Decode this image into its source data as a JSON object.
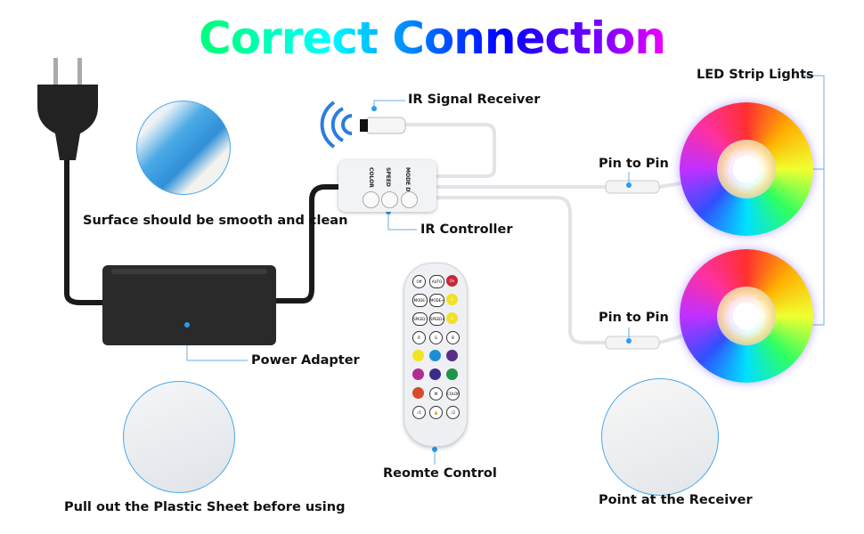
{
  "title": "Correct Connection",
  "labels": {
    "ir_receiver": "IR Signal Receiver",
    "surface": "Surface should be smooth and clean",
    "ir_controller": "IR Controller",
    "pin_to_pin_top": "Pin to Pin",
    "pin_to_pin_bottom": "Pin to Pin",
    "led_strip": "LED Strip Lights",
    "power_adapter": "Power Adapter",
    "remote": "Reomte Control",
    "pull_sheet": "Pull out the Plastic Sheet before using",
    "point_receiver": "Point at the Receiver"
  },
  "controller": {
    "buttons": [
      "COLOR",
      "SPEED",
      "MODE DEMO"
    ]
  },
  "remote": {
    "rows": [
      [
        {
          "t": "Off",
          "c": "#ffffff"
        },
        {
          "t": "AUTO",
          "c": "#ffffff"
        },
        {
          "t": "On",
          "c": "#c8283a"
        }
      ],
      [
        {
          "t": "MODE-",
          "c": "#ffffff"
        },
        {
          "t": "MODE+",
          "c": "#ffffff"
        },
        {
          "t": "☀",
          "c": "#f2e02a"
        }
      ],
      [
        {
          "t": "SPEED-",
          "c": "#ffffff"
        },
        {
          "t": "SPEED+",
          "c": "#ffffff"
        },
        {
          "t": "☀",
          "c": "#f2e02a"
        }
      ],
      [
        {
          "t": "R",
          "c": "#ffffff"
        },
        {
          "t": "G",
          "c": "#ffffff"
        },
        {
          "t": "B",
          "c": "#ffffff"
        }
      ],
      [
        {
          "t": "",
          "c": "#f1e520"
        },
        {
          "t": "",
          "c": "#1b8fd6"
        },
        {
          "t": "",
          "c": "#5a2e86"
        }
      ],
      [
        {
          "t": "",
          "c": "#b02c91"
        },
        {
          "t": "",
          "c": "#3a2b8c"
        },
        {
          "t": "",
          "c": "#1e9446"
        }
      ],
      [
        {
          "t": "",
          "c": "#d84a2c"
        },
        {
          "t": "W",
          "c": "#ffffff"
        },
        {
          "t": "COLOR",
          "c": "#ffffff"
        }
      ],
      [
        {
          "t": "♪1",
          "c": "#ffffff"
        },
        {
          "t": "🔒",
          "c": "#ffffff"
        },
        {
          "t": "♪2",
          "c": "#ffffff"
        }
      ]
    ]
  },
  "colors": {
    "accent": "#2b9bf0",
    "wire": "#e6e8ec",
    "cable": "#1a1a1a"
  }
}
